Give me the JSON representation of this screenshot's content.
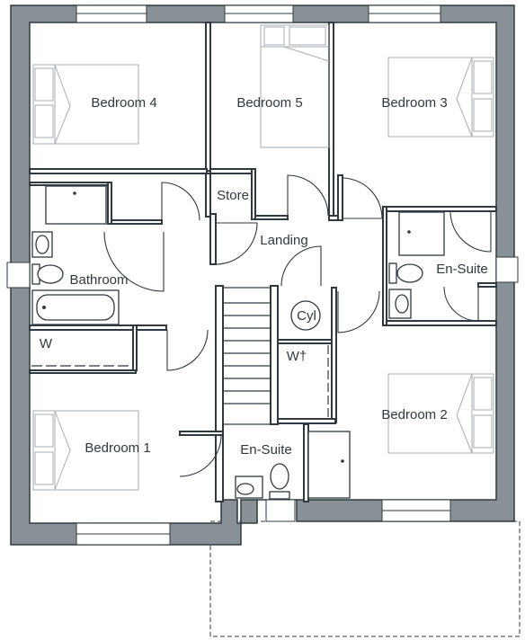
{
  "rooms": {
    "bedroom4": "Bedroom 4",
    "bedroom5": "Bedroom 5",
    "bedroom3": "Bedroom 3",
    "store": "Store",
    "landing": "Landing",
    "bathroom": "Bathroom",
    "ensuite_right": "En-Suite",
    "cyl": "Cyl",
    "w_left": "W",
    "wardrobe": "W†",
    "bedroom2": "Bedroom 2",
    "bedroom1": "Bedroom 1",
    "ensuite_bottom": "En-Suite"
  },
  "colors": {
    "wall": "#2e3a40",
    "wall_fill": "#8a9196",
    "furniture": "#a7acb0"
  }
}
